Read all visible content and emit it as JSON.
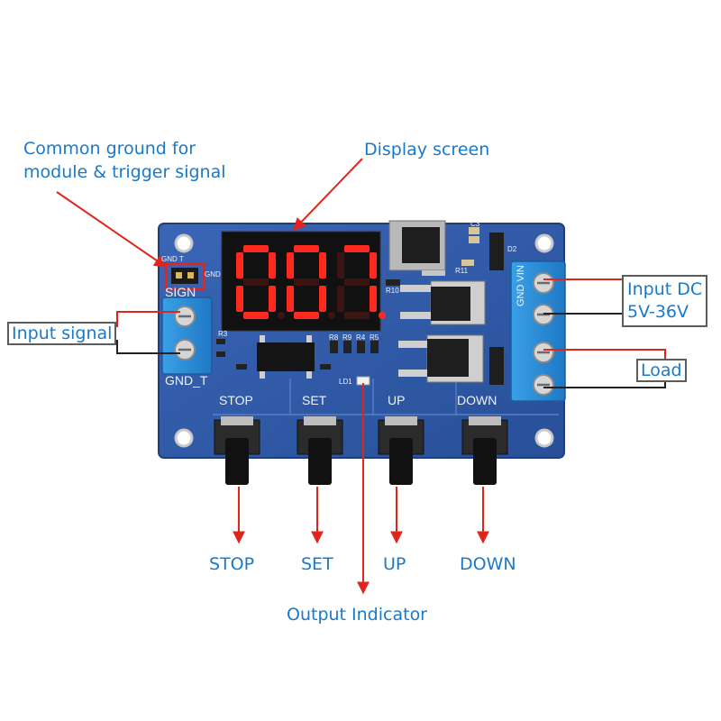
{
  "callouts": {
    "common_ground": [
      "Common ground for",
      "module & trigger signal"
    ],
    "display_screen": "Display screen",
    "input_signal": "Input signal",
    "input_dc": [
      "Input DC",
      "5V-36V"
    ],
    "load": "Load",
    "output_indicator": "Output Indicator"
  },
  "buttons": {
    "stop": "STOP",
    "set": "SET",
    "up": "UP",
    "down": "DOWN"
  },
  "display": {
    "digits": [
      "0",
      "0",
      "7"
    ]
  },
  "board_labels": {
    "gnd_t_header": "GND T",
    "gnd_header_right": "GND",
    "sign": "SIGN",
    "gnd_t": "GND_T",
    "gnd_vin": "GND VIN",
    "stop": "STOP",
    "set": "SET",
    "up": "UP",
    "down": "DOWN",
    "c3": "C3",
    "d2": "D2",
    "r10": "R10",
    "r11": "R11",
    "r3": "R3",
    "r8": "R8",
    "r9": "R9",
    "r4": "R4",
    "r5": "R5",
    "ld1": "LD1"
  },
  "colors": {
    "board": "#2f5aa8",
    "terminal_block": "#2e8fd8",
    "display_segment_on": "#ff2a1f",
    "arrow": "#e0261c",
    "callout_text": "#1b79c9"
  }
}
